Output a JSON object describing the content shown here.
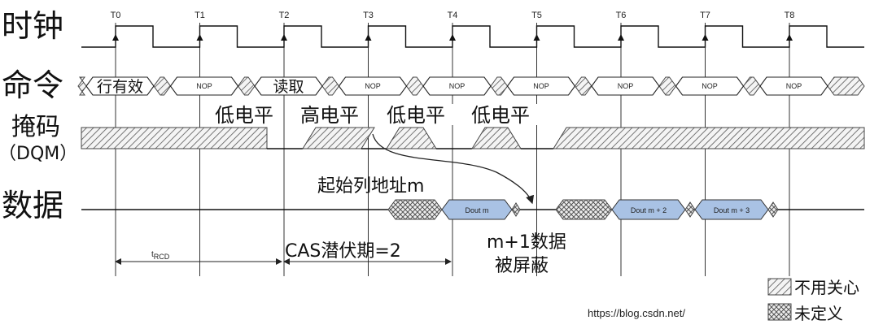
{
  "row_labels": {
    "clock": "时钟",
    "command": "命令",
    "mask_line1": "掩码",
    "mask_line2": "（DQM）",
    "data": "数据"
  },
  "clock_ticks": [
    "T0",
    "T1",
    "T2",
    "T3",
    "T4",
    "T5",
    "T6",
    "T7",
    "T8"
  ],
  "commands": {
    "activate": "行有效",
    "read": "读取",
    "nop": "NOP"
  },
  "dqm_levels": {
    "t1": "低电平",
    "t2": "高电平",
    "t3": "低电平",
    "t4": "低电平"
  },
  "data_labels": {
    "start_address": "起始列地址m",
    "dout_m": "Dout m",
    "dout_m2": "Dout m + 2",
    "dout_m3": "Dout m + 3"
  },
  "annotations": {
    "trcd_t": "t",
    "trcd_sub": "RCD",
    "cas_latency": "CAS潜伏期=2",
    "masked_line1": "m+1数据",
    "masked_line2": "被屏蔽"
  },
  "legend": {
    "dont_care": "不用关心",
    "undefined": "未定义"
  },
  "watermark": "https://blog.csdn.net/"
}
